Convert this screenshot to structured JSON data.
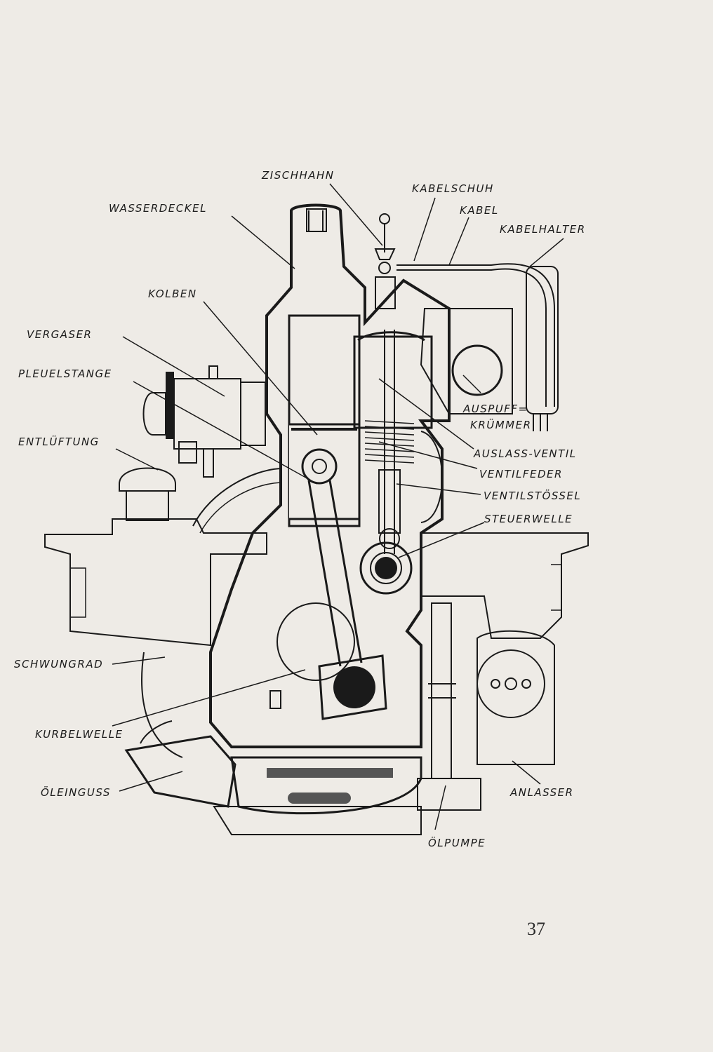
{
  "diagram": {
    "labels": {
      "zischhahn": "ZISCHHAHN",
      "kabelschuh": "KABELSCHUH",
      "wasserdeckel": "WASSERDECKEL",
      "kabel": "KABEL",
      "kabelhalter": "KABELHALTER",
      "kolben": "KOLBEN",
      "vergaser": "VERGASER",
      "pleuelstange": "PLEUELSTANGE",
      "auspuff": "AUSPUFF=",
      "kruemmer": "KRÜMMER",
      "entlueftung": "ENTLÜFTUNG",
      "auslassventil": "AUSLASS-VENTIL",
      "ventilfeder": "VENTILFEDER",
      "ventilstoessel": "VENTILSTÖSSEL",
      "steuerwelle": "STEUERWELLE",
      "schwungrad": "SCHWUNGRAD",
      "kurbelwelle": "KURBELWELLE",
      "oeleinguss": "ÖLEINGUSS",
      "anlasser": "ANLASSER",
      "oelpumpe": "ÖLPUMPE"
    }
  },
  "page_number": "37"
}
